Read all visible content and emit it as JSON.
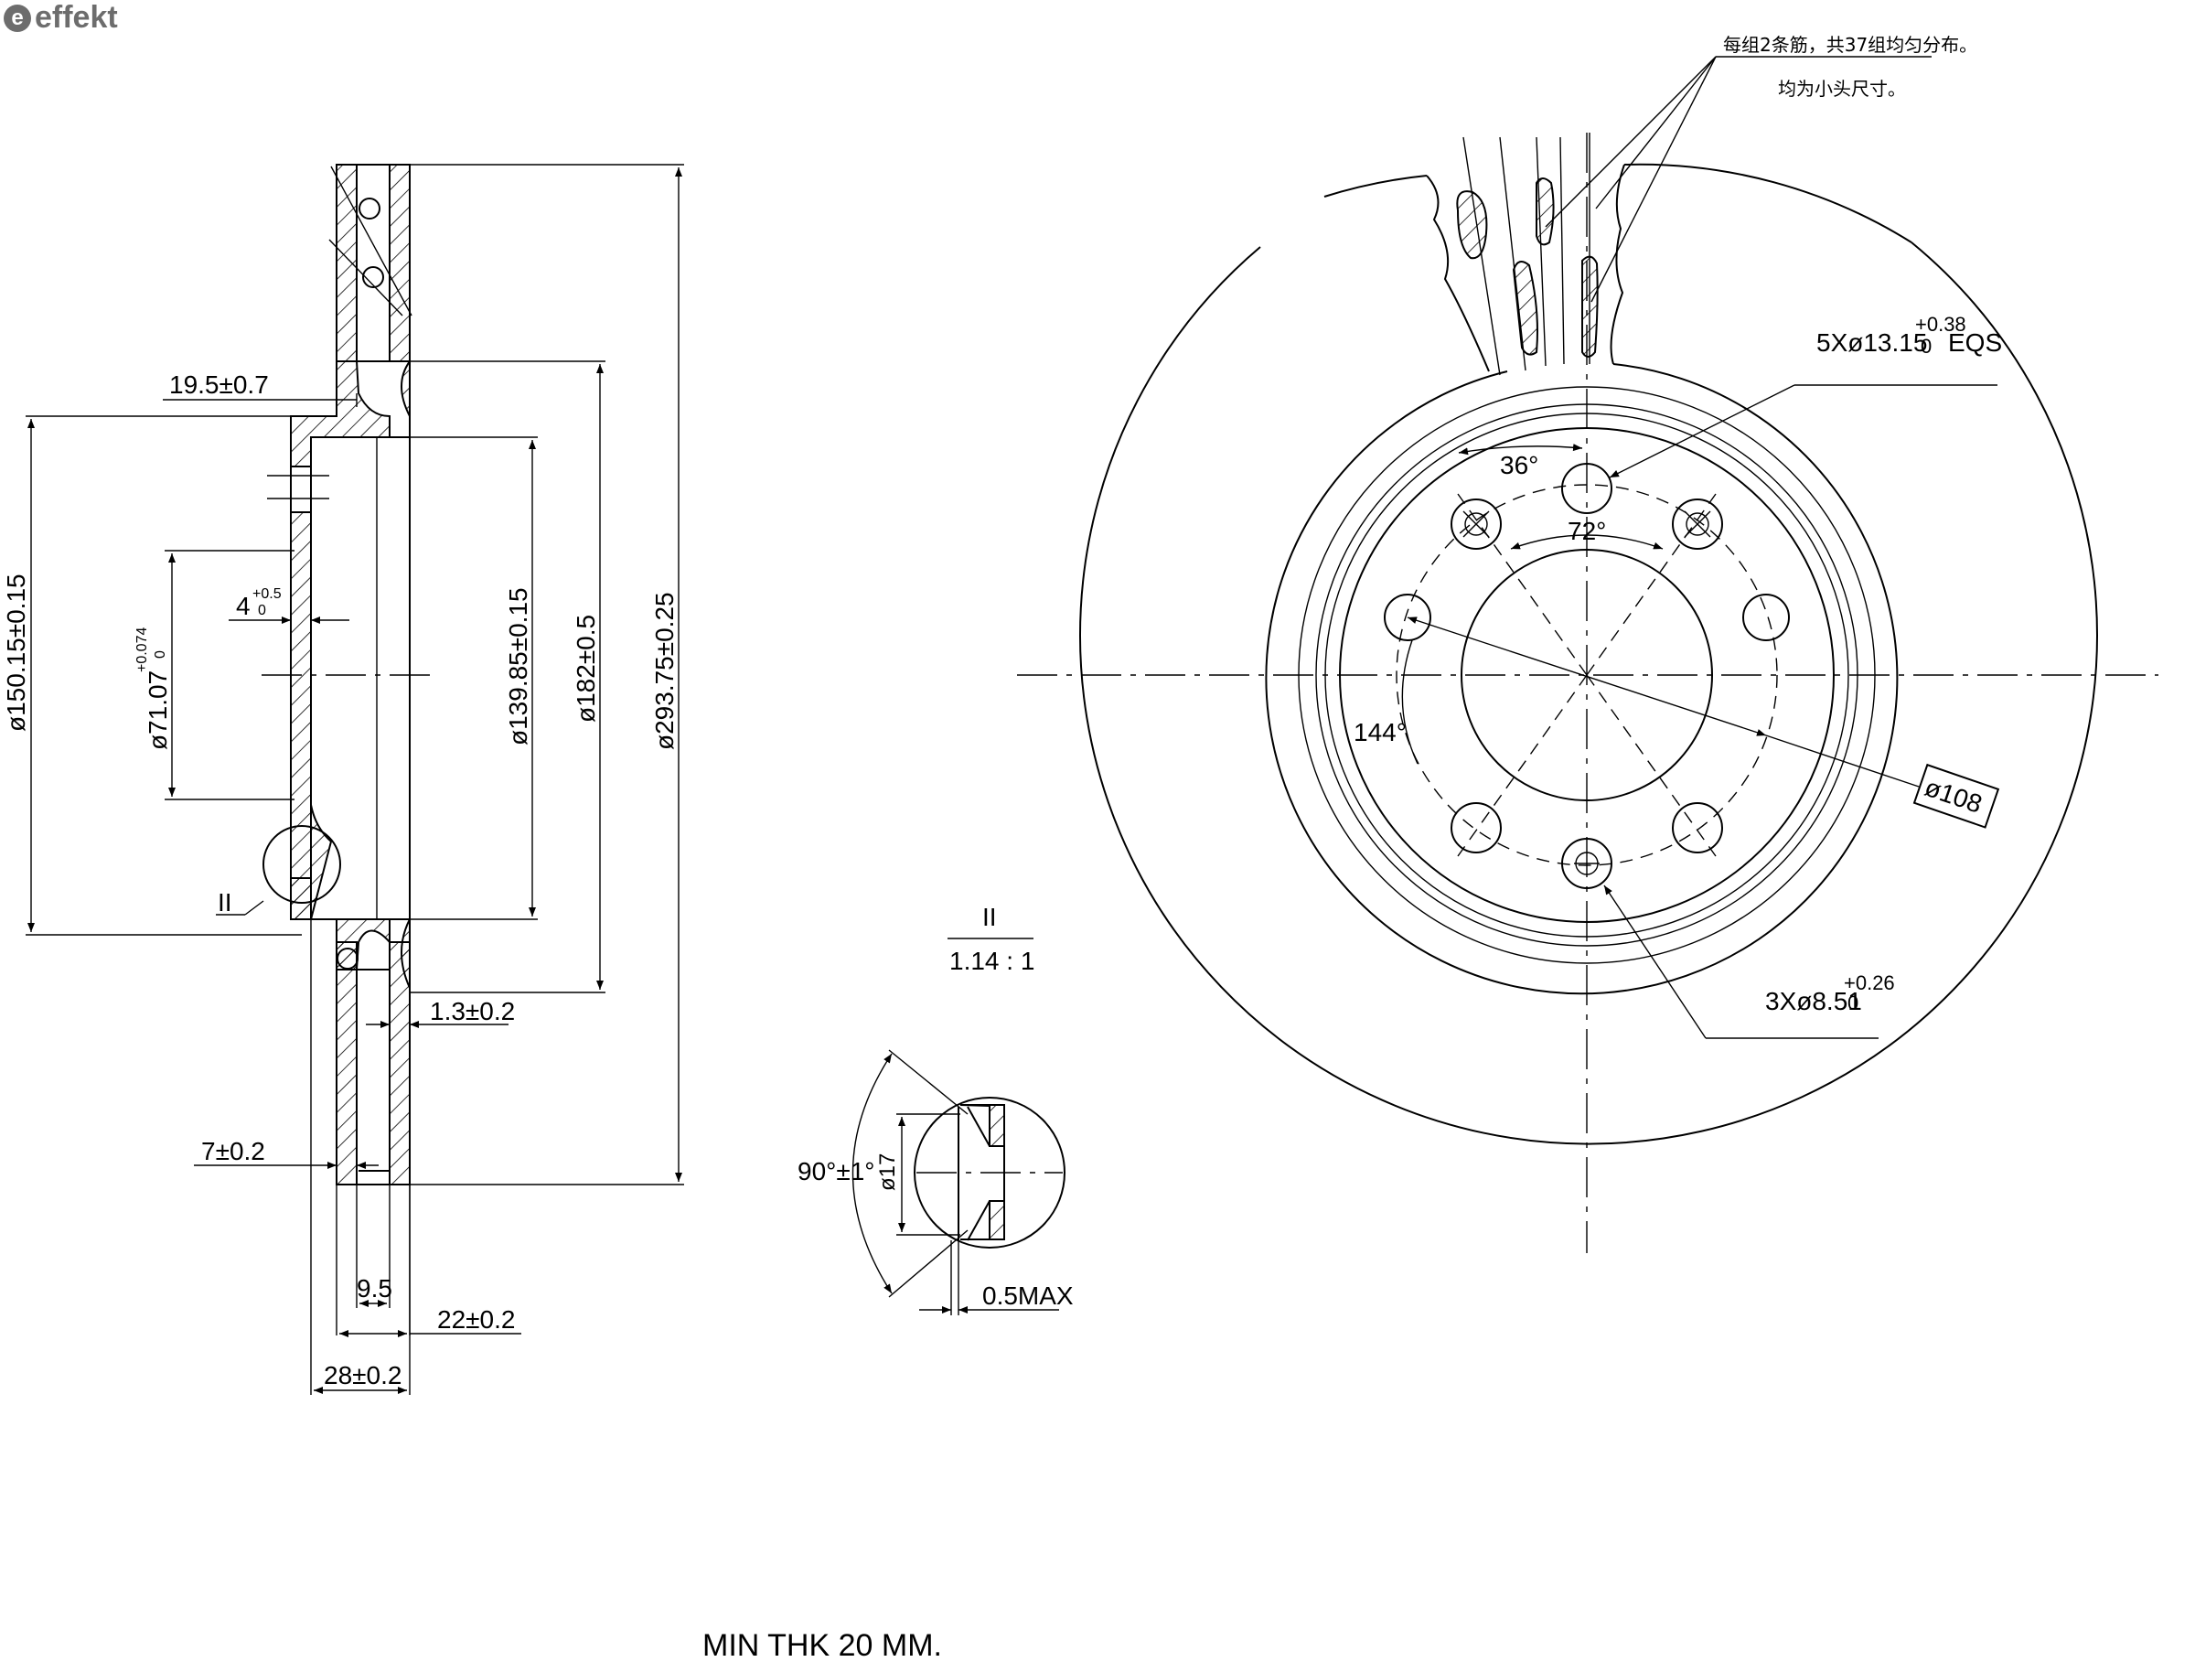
{
  "brand": {
    "logo_text": "effekt",
    "logo_mark": "e"
  },
  "notes": {
    "cn_line1": "每组2条筋，共37组均匀分布。",
    "cn_line2": "均为小头尺寸。",
    "min_thickness": "MIN THK 20 MM."
  },
  "detail": {
    "label": "II",
    "scale": "1.14 : 1",
    "callout": "II"
  },
  "section_dims": {
    "d_19_5": "19.5±0.7",
    "d_4": "4",
    "d_4_tol_upper": "+0.5",
    "d_4_tol_lower": "0",
    "d_150": "ø150.15±0.15",
    "d_71": "ø71.07",
    "d_71_tol_upper": "+0.074",
    "d_71_tol_lower": "0",
    "d_139": "ø139.85±0.15",
    "d_182": "ø182±0.5",
    "d_293": "ø293.75±0.25",
    "d_1_3": "1.3±0.2",
    "d_7": "7±0.2",
    "d_9_5": "9.5",
    "d_22": "22±0.2",
    "d_28": "28±0.2"
  },
  "detail_dims": {
    "angle": "90°±1°",
    "dia17": "ø17",
    "max05": "0.5MAX"
  },
  "face_dims": {
    "holes5": "5Xø13.15",
    "holes5_tol_upper": "+0.38",
    "holes5_tol_lower": "0",
    "holes5_eqs": "EQS",
    "holes3": "3Xø8.51",
    "holes3_tol_upper": "+0.26",
    "holes3_tol_lower": "0",
    "pcd": "ø108",
    "a36": "36°",
    "a72": "72°",
    "a144": "144°"
  }
}
